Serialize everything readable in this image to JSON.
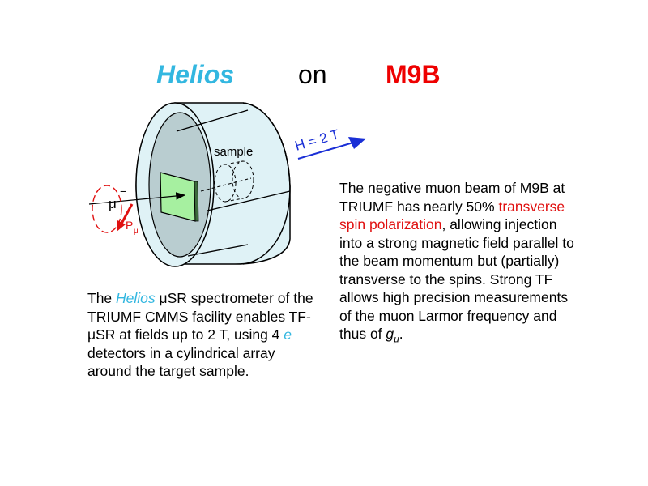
{
  "title": {
    "word1": "Helios",
    "word2": "on",
    "word3": "M9B"
  },
  "diagram": {
    "field_label": "H = 2 T",
    "sample_label": "sample",
    "muon_label": "μ",
    "muon_charge": "−",
    "polarization_label": "P",
    "polarization_sub": "μ"
  },
  "left_text": {
    "t1": "The ",
    "helios": "Helios",
    "t2": " μSR spectrometer of the TRIUMF CMMS facility enables TF-μSR at fields up to 2 T, using 4 ",
    "e": "e",
    "t3": " detectors in a cylindrical array around the target sample."
  },
  "right_text": {
    "t1": "The negative muon beam of M9B at TRIUMF has nearly 50% ",
    "highlight": "transverse spin polarization",
    "t2": ", allowing injection into a strong magnetic field parallel to the beam momentum but (partially) transverse to the spins. Strong TF allows high precision measurements of the muon Larmor frequency and thus of ",
    "g": "g",
    "g_sub": "μ",
    "t3": "."
  },
  "colors": {
    "helios_blue": "#33b7e0",
    "accent_red": "#ee0000",
    "cylinder": "#dff2f6",
    "sample_green": "#a6f0a0",
    "field_arrow": "#1a2fd6"
  }
}
